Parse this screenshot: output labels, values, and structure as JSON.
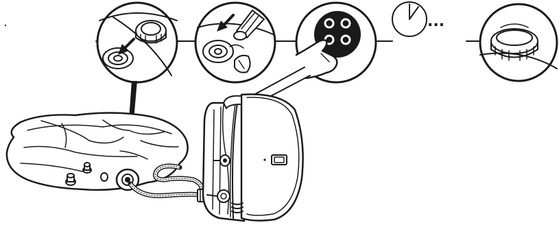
{
  "diagram": {
    "steps": [
      {
        "id": "step-1",
        "icon": "valve-cap-unscrew-icon",
        "description_icon": "arrow-into-valve-icon"
      },
      {
        "id": "step-2",
        "icon": "hose-connect-icon",
        "description_icon": "arrow-into-valve-icon"
      },
      {
        "id": "step-3",
        "icon": "finger-press-button-icon"
      },
      {
        "id": "step-4",
        "icon": "clock-icon",
        "caption": "..."
      },
      {
        "id": "step-5",
        "icon": "valve-cap-close-icon"
      }
    ],
    "colors": {
      "ink": "#1a1a1a",
      "background": "#ffffff"
    }
  }
}
